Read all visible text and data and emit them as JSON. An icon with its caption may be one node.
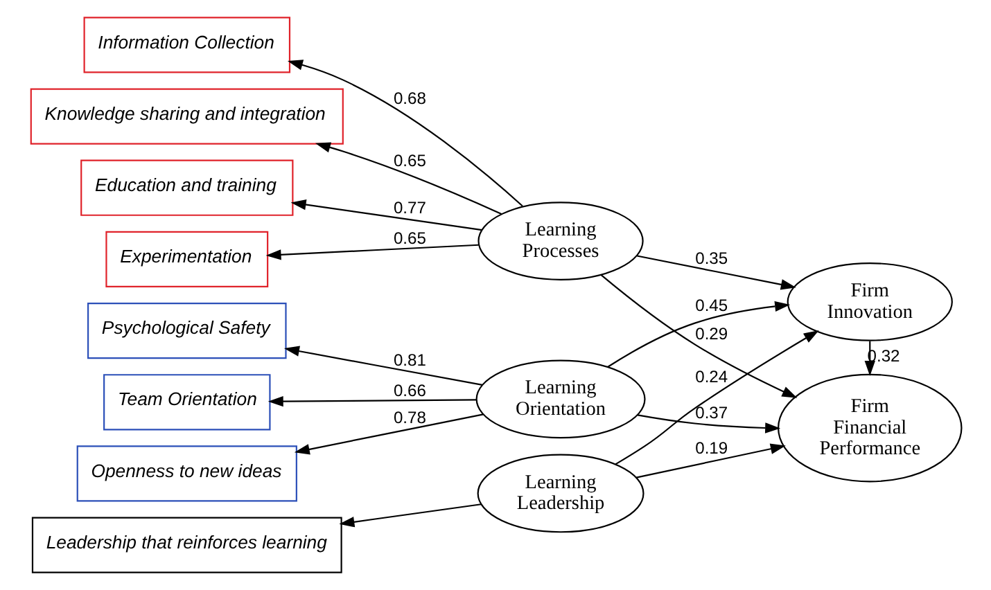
{
  "diagram": {
    "nodes": [
      {
        "text": [
          "Openness to new ideas"
        ]
      },
      {
        "text": [
          "Psychological Safety"
        ]
      },
      {
        "text": [
          "Team Orientation"
        ]
      },
      {
        "text": [
          "Information Collection"
        ]
      },
      {
        "text": [
          "Knowledge sharing and integration"
        ]
      },
      {
        "text": [
          "Education and training"
        ]
      },
      {
        "text": [
          "Experimentation"
        ]
      },
      {
        "text": [
          "Leadership that reinforces learning"
        ]
      },
      {
        "text": [
          "Learning Orientation"
        ]
      },
      {
        "text": [
          "Learning Processes"
        ]
      },
      {
        "text": [
          "Learning Leadership"
        ]
      },
      {
        "text": [
          "Firm Innovation"
        ]
      },
      {
        "text": [
          "Firm Financial Performance"
        ]
      }
    ],
    "edges": [
      {
        "from": 8,
        "to": 0,
        "arrow": "to",
        "label": "0.78"
      },
      {
        "from": 8,
        "to": 1,
        "arrow": "to",
        "label": "0.81"
      },
      {
        "from": 8,
        "to": 2,
        "arrow": "to",
        "label": "0.66"
      },
      {
        "from": 9,
        "to": 3,
        "arrow": "to",
        "label": "0.68"
      },
      {
        "from": 9,
        "to": 4,
        "arrow": "to",
        "label": "0.65"
      },
      {
        "from": 9,
        "to": 5,
        "arrow": "to",
        "label": "0.77"
      },
      {
        "from": 9,
        "to": 6,
        "arrow": "to",
        "label": "0.65"
      },
      {
        "from": 10,
        "to": 7,
        "arrow": "to"
      },
      {
        "from": 8,
        "to": 11,
        "arrow": "to",
        "label": "0.45"
      },
      {
        "from": 8,
        "to": 12,
        "arrow": "to",
        "label": "0.37"
      },
      {
        "from": 9,
        "to": 11,
        "arrow": "to",
        "label": "0.35"
      },
      {
        "from": 9,
        "to": 12,
        "arrow": "to",
        "label": "0.29"
      },
      {
        "from": 10,
        "to": 11,
        "arrow": "to",
        "label": "0.24"
      },
      {
        "from": 10,
        "to": 12,
        "arrow": "to",
        "label": "0.19"
      },
      {
        "from": 11,
        "to": 12,
        "arrow": "to",
        "label": "0.32"
      }
    ]
  }
}
